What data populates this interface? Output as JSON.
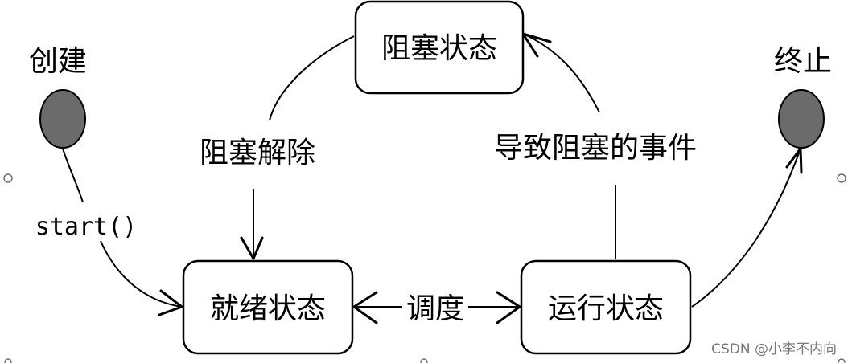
{
  "states": {
    "blocked": "阻塞状态",
    "ready": "就绪状态",
    "running": "运行状态"
  },
  "pseudostates": {
    "create": "创建",
    "terminate": "终止"
  },
  "transitions": {
    "start": "start()",
    "unblock": "阻塞解除",
    "block_event": "导致阻塞的事件",
    "schedule": "调度"
  },
  "watermark": "CSDN @小李不内向",
  "colors": {
    "node_fill": "#6b6b6b",
    "line": "#000000",
    "background": "#ffffff"
  }
}
